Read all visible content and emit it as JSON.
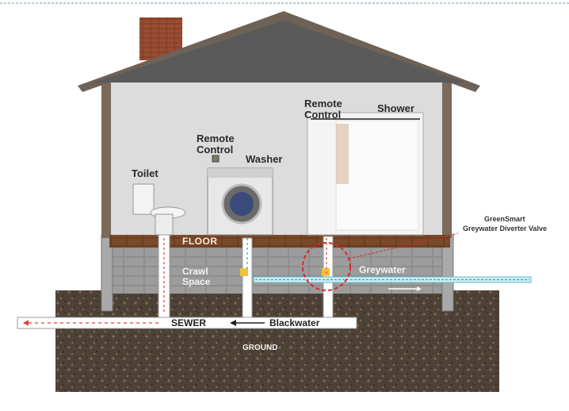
{
  "labels": {
    "toilet": "Toilet",
    "remote_control_1": "Remote\nControl",
    "washer": "Washer",
    "remote_control_2": "Remote\nControl",
    "shower": "Shower",
    "floor": "FLOOR",
    "crawl_space": "Crawl\nSpace",
    "greywater": "Greywater",
    "valve_line1": "GreenSmart",
    "valve_line2": "Greywater Diverter Valve",
    "sewer": "SEWER",
    "blackwater": "Blackwater",
    "ground": "GROUND"
  },
  "colors": {
    "wall": "#dcdcdc",
    "roof": "#5a5a5a",
    "floor": "#6b3e22",
    "crawl": "#8e8e8e",
    "ground": "#4e4236",
    "greywater": "#8fd3e3",
    "blackwater_arrows": "#e0413a",
    "valve_circle": "#d82a2a"
  }
}
